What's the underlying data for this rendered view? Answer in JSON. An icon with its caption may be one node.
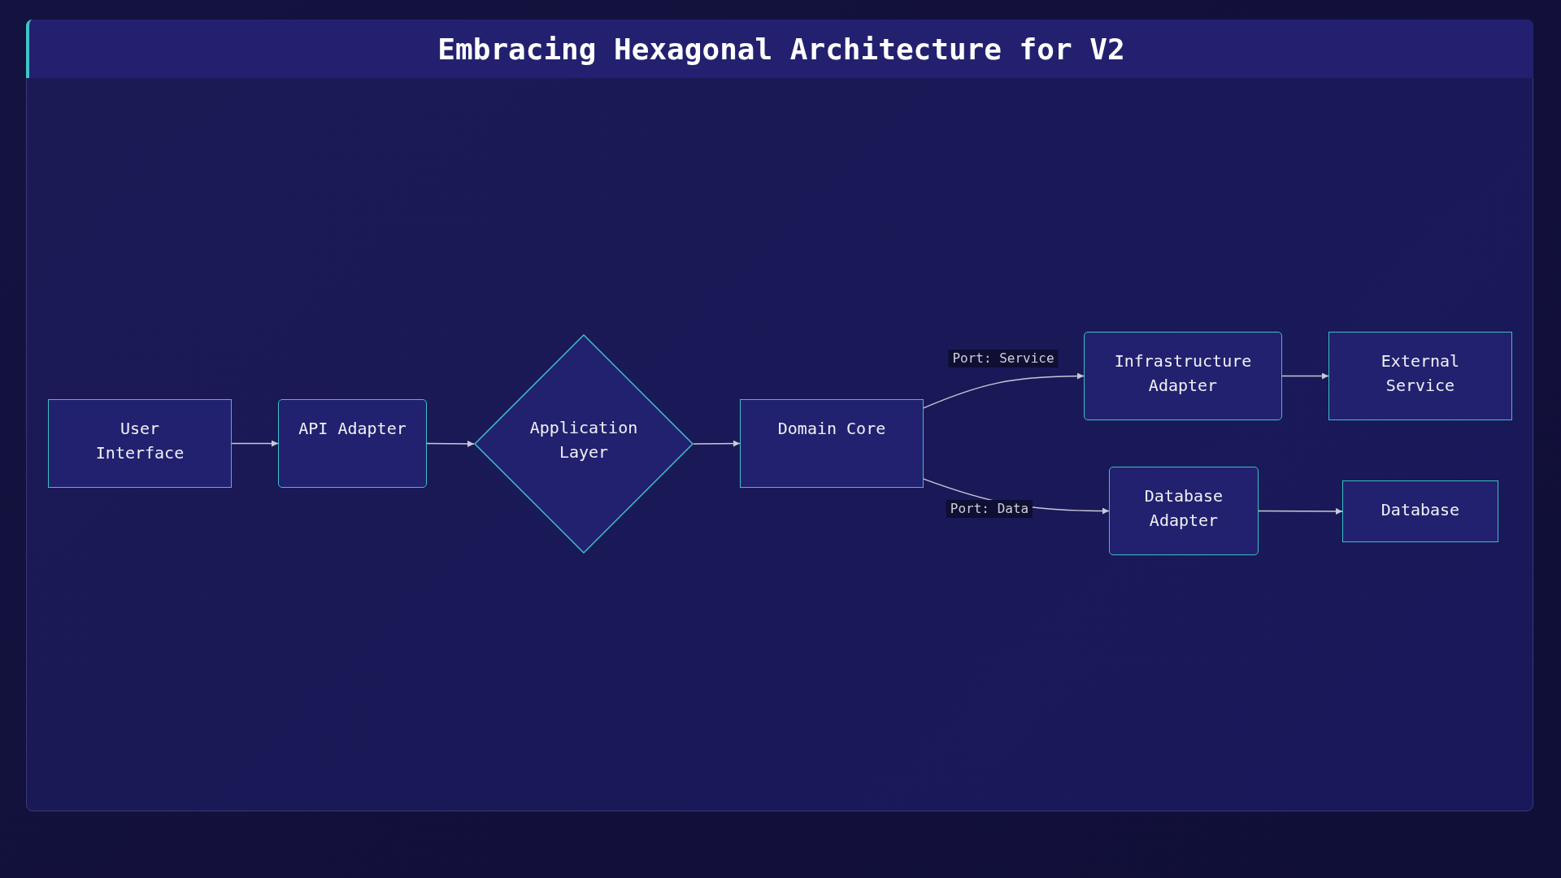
{
  "diagram": {
    "title": "Embracing Hexagonal Architecture for V2",
    "nodes": [
      {
        "text": [
          "User Interface"
        ]
      },
      {
        "text": [
          "API Adapter"
        ]
      },
      {
        "text": [
          "Application Layer"
        ]
      },
      {
        "text": [
          "Domain Core"
        ]
      },
      {
        "text": [
          "Infrastructure Adapter"
        ]
      },
      {
        "text": [
          "External Service"
        ]
      },
      {
        "text": [
          "Database Adapter"
        ]
      },
      {
        "text": [
          "Database"
        ]
      }
    ],
    "edges": [
      {
        "from": 0,
        "to": 1,
        "arrow": "to"
      },
      {
        "from": 1,
        "to": 2,
        "arrow": "to"
      },
      {
        "from": 2,
        "to": 3,
        "arrow": "to"
      },
      {
        "from": 3,
        "to": 4,
        "arrow": "to",
        "label": "Port: Service"
      },
      {
        "from": 3,
        "to": 6,
        "arrow": "to",
        "label": "Port: Data"
      },
      {
        "from": 4,
        "to": 5,
        "arrow": "to"
      },
      {
        "from": 6,
        "to": 7,
        "arrow": "to"
      }
    ]
  }
}
